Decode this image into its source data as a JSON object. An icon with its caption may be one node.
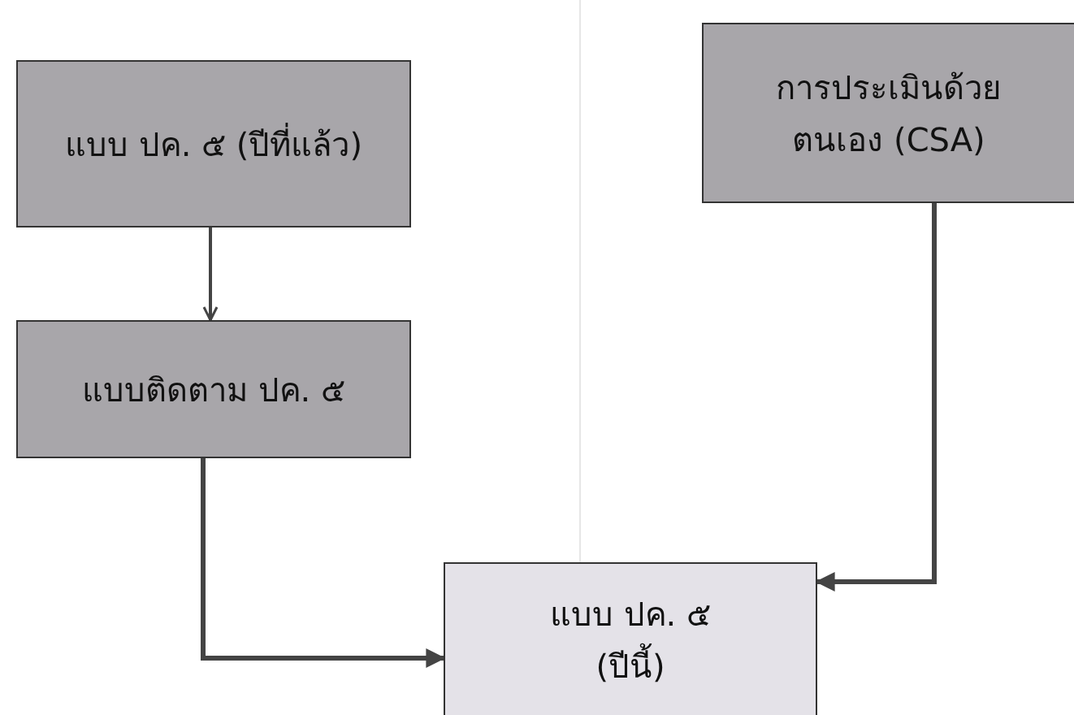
{
  "diagram": {
    "nodes": [
      {
        "text": [
          "แบบ ปค. ๕ (ปีที่แล้ว)"
        ]
      },
      {
        "text": [
          "แบบติดตาม ปค. ๕"
        ]
      },
      {
        "text": [
          "การประเมินด้วย ตนเอง (CSA)"
        ]
      },
      {
        "text": [
          "แบบ ปค. ๕ (ปีนี้)"
        ]
      }
    ],
    "edges": [
      {
        "from": 0,
        "to": 1,
        "arrow": "to"
      },
      {
        "from": 1,
        "to": 3,
        "arrow": "to"
      },
      {
        "from": 2,
        "to": 3,
        "arrow": "to"
      }
    ]
  }
}
